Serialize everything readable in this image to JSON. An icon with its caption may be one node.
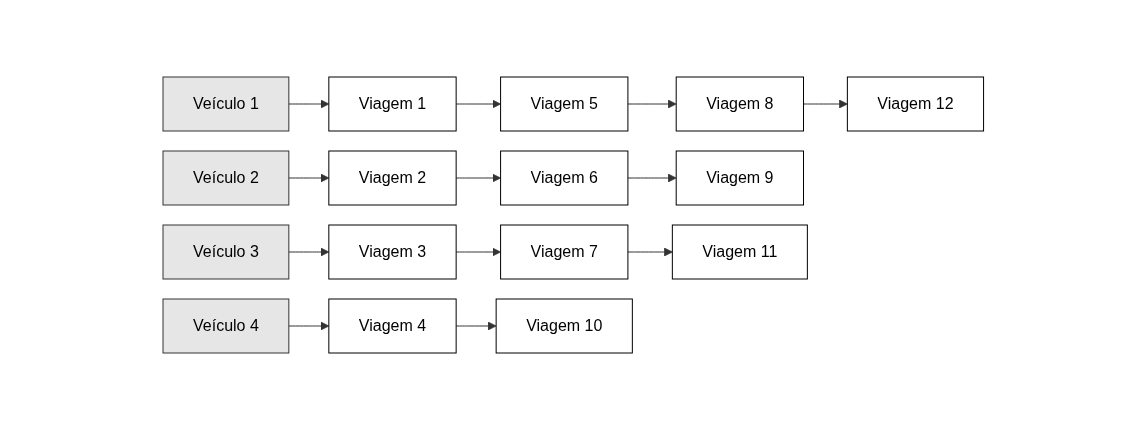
{
  "diagram": {
    "nodes": [
      {
        "text": [
          "Veículo 1"
        ]
      },
      {
        "text": [
          "Viagem 1"
        ]
      },
      {
        "text": [
          "Viagem 5"
        ]
      },
      {
        "text": [
          "Viagem 8"
        ]
      },
      {
        "text": [
          "Viagem 12"
        ]
      },
      {
        "text": [
          "Veículo 2"
        ]
      },
      {
        "text": [
          "Viagem 2"
        ]
      },
      {
        "text": [
          "Viagem 6"
        ]
      },
      {
        "text": [
          "Viagem 9"
        ]
      },
      {
        "text": [
          "Veículo 3"
        ]
      },
      {
        "text": [
          "Viagem 3"
        ]
      },
      {
        "text": [
          "Viagem 7"
        ]
      },
      {
        "text": [
          "Viagem 11"
        ]
      },
      {
        "text": [
          "Veículo 4"
        ]
      },
      {
        "text": [
          "Viagem 4"
        ]
      },
      {
        "text": [
          "Viagem 10"
        ]
      }
    ],
    "edges": [
      {
        "from": 0,
        "to": 1,
        "arrow": "to"
      },
      {
        "from": 1,
        "to": 2,
        "arrow": "to"
      },
      {
        "from": 2,
        "to": 3,
        "arrow": "to"
      },
      {
        "from": 3,
        "to": 4,
        "arrow": "to"
      },
      {
        "from": 5,
        "to": 6,
        "arrow": "to"
      },
      {
        "from": 6,
        "to": 7,
        "arrow": "to"
      },
      {
        "from": 7,
        "to": 8,
        "arrow": "to"
      },
      {
        "from": 9,
        "to": 10,
        "arrow": "to"
      },
      {
        "from": 10,
        "to": 11,
        "arrow": "to"
      },
      {
        "from": 11,
        "to": 12,
        "arrow": "to"
      },
      {
        "from": 13,
        "to": 14,
        "arrow": "to"
      },
      {
        "from": 14,
        "to": 15,
        "arrow": "to"
      }
    ]
  }
}
